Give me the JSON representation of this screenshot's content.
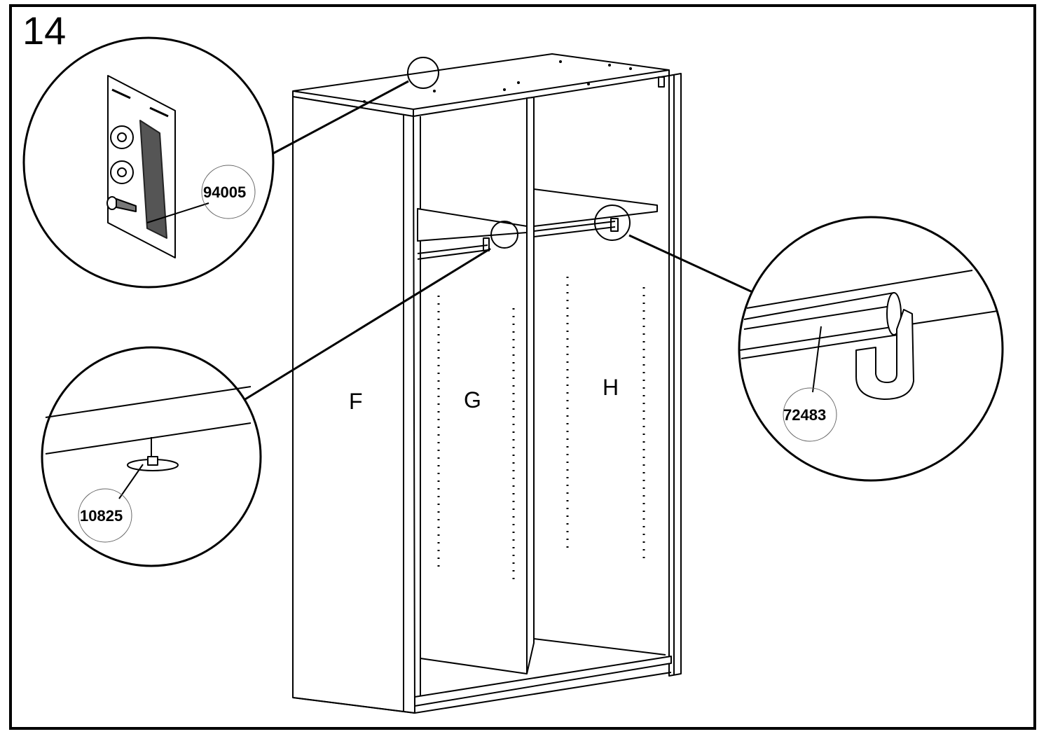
{
  "step": {
    "number": "14"
  },
  "panels": [
    {
      "id": "F",
      "label": "F"
    },
    {
      "id": "G",
      "label": "G"
    },
    {
      "id": "H",
      "label": "H"
    }
  ],
  "parts": [
    {
      "id": "top-hinge-plate",
      "code": "94005"
    },
    {
      "id": "shelf-support",
      "code": "10825"
    },
    {
      "id": "rail-holder",
      "code": "72483"
    }
  ],
  "colors": {
    "ink": "#000000",
    "paper": "#ffffff",
    "detail_grey": "#555555"
  },
  "icons": [
    "magnifier-detail-circle",
    "screw-icon"
  ]
}
